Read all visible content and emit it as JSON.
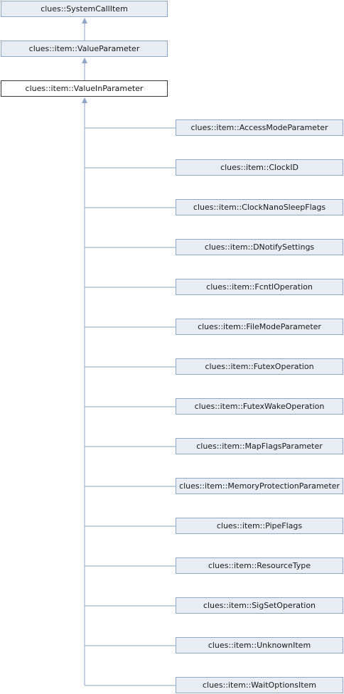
{
  "diagram": {
    "ancestors": [
      {
        "label": "clues::SystemCallItem"
      },
      {
        "label": "clues::item::ValueParameter"
      }
    ],
    "current": {
      "label": "clues::item::ValueInParameter"
    },
    "children": [
      {
        "label": "clues::item::AccessModeParameter"
      },
      {
        "label": "clues::item::ClockID"
      },
      {
        "label": "clues::item::ClockNanoSleepFlags"
      },
      {
        "label": "clues::item::DNotifySettings"
      },
      {
        "label": "clues::item::FcntlOperation"
      },
      {
        "label": "clues::item::FileModeParameter"
      },
      {
        "label": "clues::item::FutexOperation"
      },
      {
        "label": "clues::item::FutexWakeOperation"
      },
      {
        "label": "clues::item::MapFlagsParameter"
      },
      {
        "label": "clues::item::MemoryProtectionParameter"
      },
      {
        "label": "clues::item::PipeFlags"
      },
      {
        "label": "clues::item::ResourceType"
      },
      {
        "label": "clues::item::SigSetOperation"
      },
      {
        "label": "clues::item::UnknownItem"
      },
      {
        "label": "clues::item::WaitOptionsItem"
      }
    ],
    "colors": {
      "edge": "#8ea6c8",
      "node_fill": "#e8edf3",
      "current_border": "#3a3a3a"
    }
  }
}
